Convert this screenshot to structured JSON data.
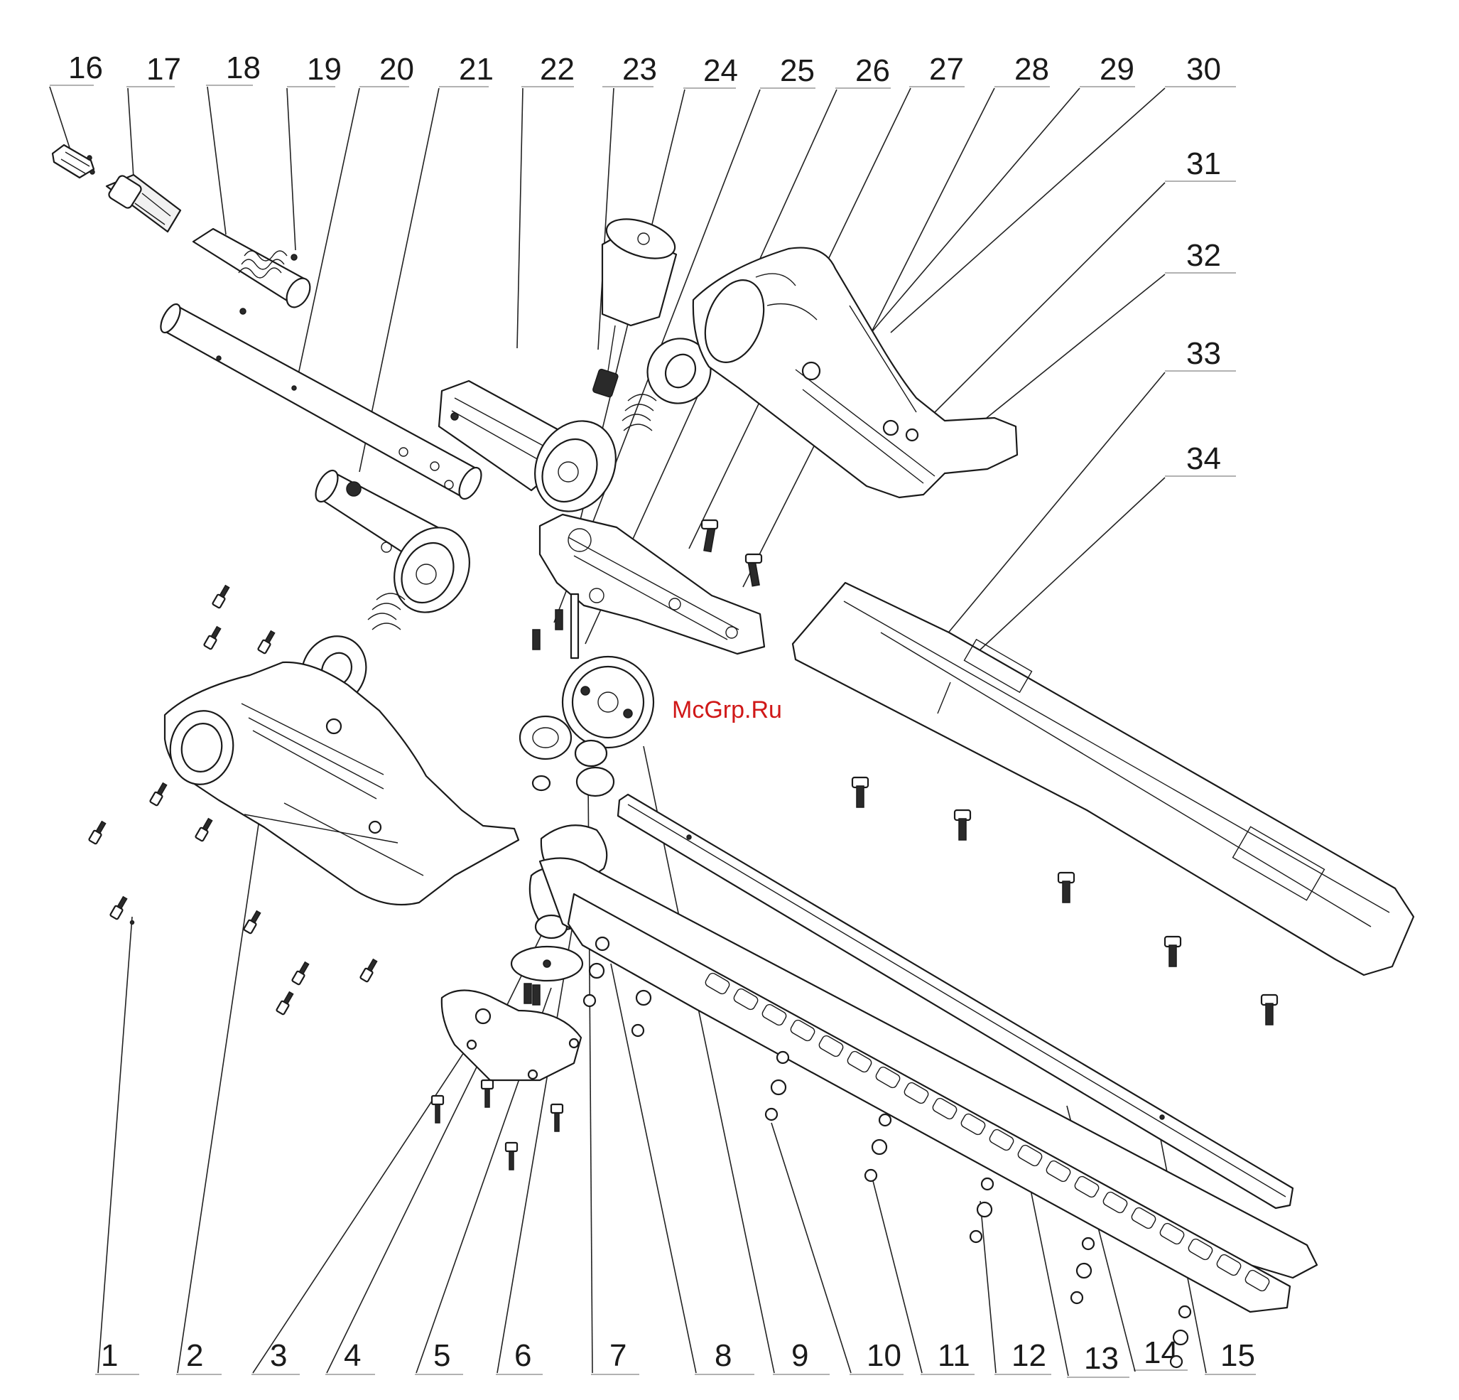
{
  "watermark": "McGrp.Ru",
  "callouts_top": [
    "16",
    "17",
    "18",
    "19",
    "20",
    "21",
    "22",
    "23",
    "24",
    "25",
    "26",
    "27",
    "28",
    "29",
    "30"
  ],
  "callouts_right": [
    "31",
    "32",
    "33",
    "34"
  ],
  "callouts_bottom": [
    "1",
    "2",
    "3",
    "4",
    "5",
    "6",
    "7",
    "8",
    "9",
    "10",
    "11",
    "12",
    "13",
    "14",
    "15"
  ],
  "colors": {
    "line": "#1a1a1a",
    "watermark": "#d01818",
    "background": "#ffffff"
  }
}
